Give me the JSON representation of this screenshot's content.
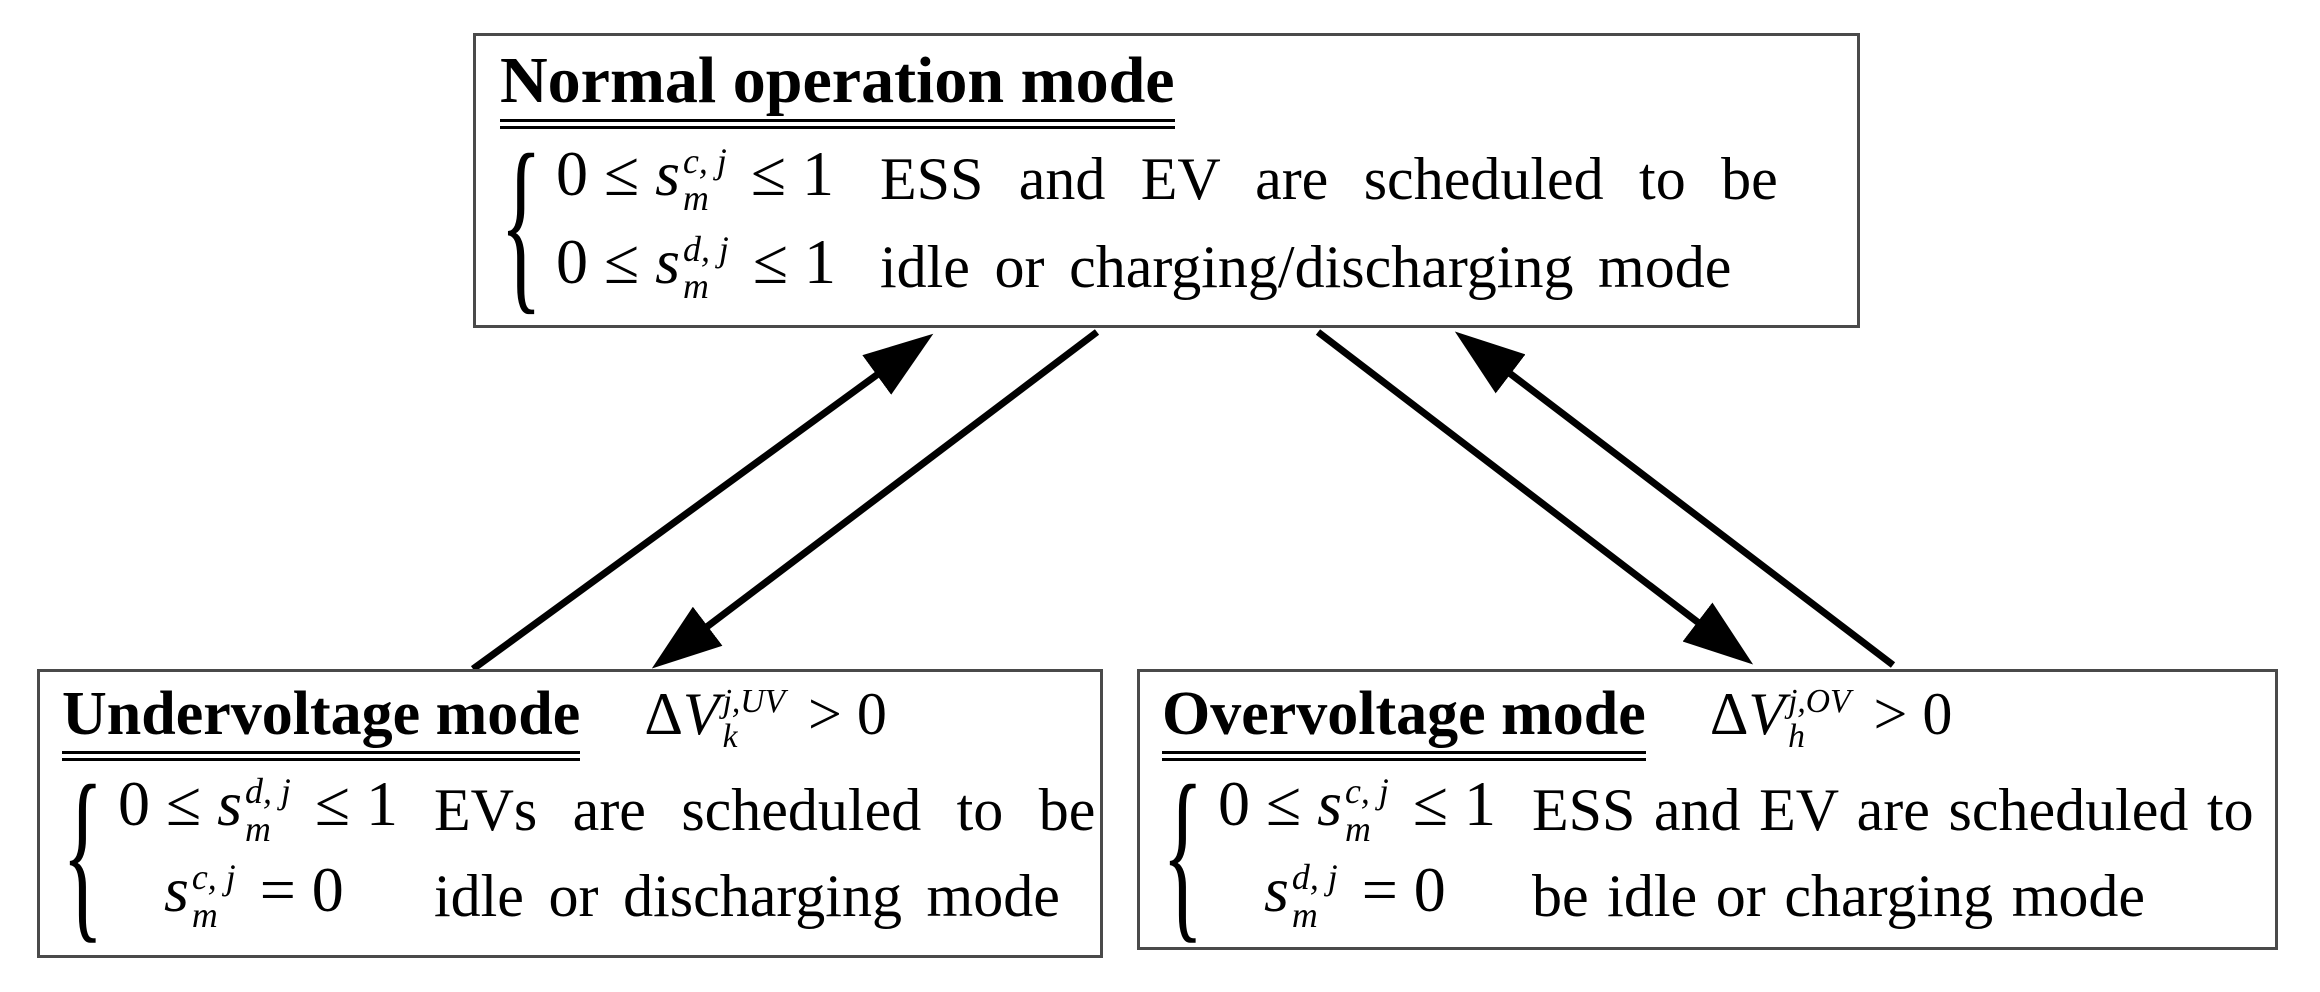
{
  "boxes": {
    "normal": {
      "title": "Normal operation mode",
      "equations": [
        {
          "pre": "0 ≤ ",
          "base": "s",
          "sup": "c, j",
          "sub": "m",
          "post": " ≤ 1"
        },
        {
          "pre": "0 ≤ ",
          "base": "s",
          "sup": "d, j",
          "sub": "m",
          "post": " ≤ 1"
        }
      ],
      "description": [
        "ESS and EV are scheduled to be",
        "idle or charging/discharging mode"
      ]
    },
    "undervoltage": {
      "title": "Undervoltage mode",
      "condition": {
        "delta": "Δ",
        "base": "V",
        "sup": "j,UV",
        "sub": "k",
        "post": " > 0"
      },
      "equations": [
        {
          "pre": "0 ≤ ",
          "base": "s",
          "sup": "d, j",
          "sub": "m",
          "post": " ≤ 1"
        },
        {
          "pre": "",
          "base": "s",
          "sup": "c, j",
          "sub": "m",
          "post": " = 0"
        }
      ],
      "description": [
        "EVs are scheduled to be",
        "idle or discharging mode"
      ]
    },
    "overvoltage": {
      "title": "Overvoltage mode",
      "condition": {
        "delta": "Δ",
        "base": "V",
        "sup": "j,OV",
        "sub": "h",
        "post": " > 0"
      },
      "equations": [
        {
          "pre": "0 ≤ ",
          "base": "s",
          "sup": "c, j",
          "sub": "m",
          "post": " ≤ 1"
        },
        {
          "pre": "",
          "base": "s",
          "sup": "d, j",
          "sub": "m",
          "post": " = 0"
        }
      ],
      "description": [
        "ESS and EV are scheduled to",
        "be idle or charging mode"
      ]
    }
  },
  "glyphs": {
    "cases_brace": "{"
  },
  "colors": {
    "text": "#000000",
    "box_border": "#4a4a4a",
    "arrow": "#000000",
    "background": "#ffffff"
  }
}
